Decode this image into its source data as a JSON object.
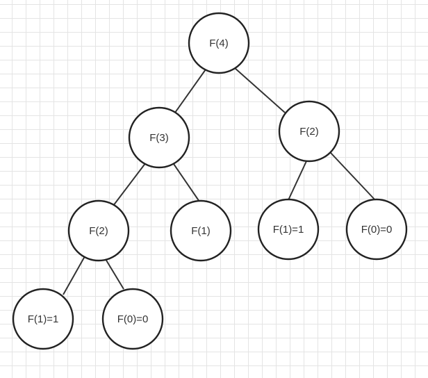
{
  "diagram": {
    "nodes": [
      {
        "id": "n-f4",
        "label": "F(4)"
      },
      {
        "id": "n-f3",
        "label": "F(3)"
      },
      {
        "id": "n-f2-right",
        "label": "F(2)"
      },
      {
        "id": "n-f2-left",
        "label": "F(2)"
      },
      {
        "id": "n-f1-mid",
        "label": "F(1)"
      },
      {
        "id": "n-f1-right",
        "label": "F(1)=1"
      },
      {
        "id": "n-f0-right",
        "label": "F(0)=0"
      },
      {
        "id": "n-f1-left",
        "label": "F(1)=1"
      },
      {
        "id": "n-f0-left",
        "label": "F(0)=0"
      }
    ],
    "edges": [
      {
        "from": "n-f4",
        "to": "n-f3"
      },
      {
        "from": "n-f4",
        "to": "n-f2-right"
      },
      {
        "from": "n-f3",
        "to": "n-f2-left"
      },
      {
        "from": "n-f3",
        "to": "n-f1-mid"
      },
      {
        "from": "n-f2-right",
        "to": "n-f1-right"
      },
      {
        "from": "n-f2-right",
        "to": "n-f0-right"
      },
      {
        "from": "n-f2-left",
        "to": "n-f1-left"
      },
      {
        "from": "n-f2-left",
        "to": "n-f0-left"
      }
    ]
  }
}
